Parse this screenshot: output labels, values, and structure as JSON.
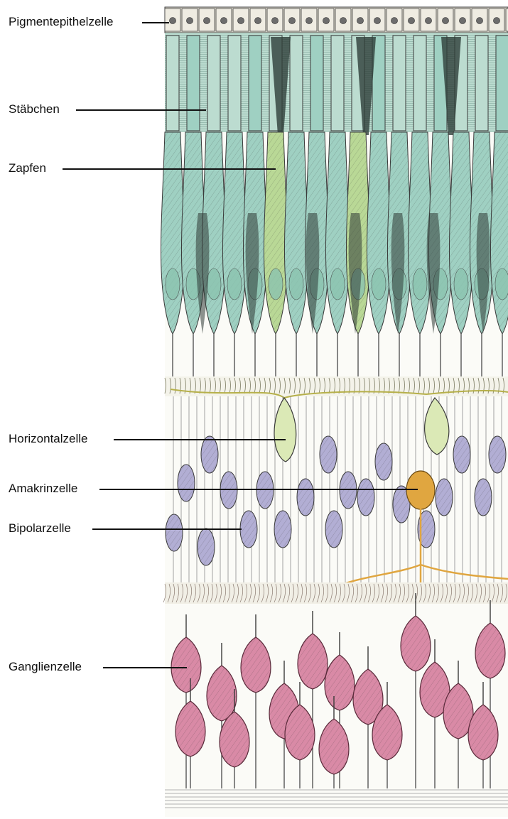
{
  "labels": [
    {
      "id": "pigment",
      "text": "Pigmentepithelzelle"
    },
    {
      "id": "rod",
      "text": "Stäbchen"
    },
    {
      "id": "cone",
      "text": "Zapfen"
    },
    {
      "id": "horiz",
      "text": "Horizontalzelle"
    },
    {
      "id": "amacrine",
      "text": "Amakrinzelle"
    },
    {
      "id": "bipolar",
      "text": "Bipolarzelle"
    },
    {
      "id": "ganglion",
      "text": "Ganglienzelle"
    }
  ],
  "colors": {
    "pigment_layer": "#e8e4d8",
    "rods": "#bcdcd0",
    "cones": "#9fd0c2",
    "cone_green": "#b9d896",
    "horizontal_cell": "#dbe9b6",
    "amacrine_cell": "#e0a640",
    "bipolar_cell": "#b2aed4",
    "ganglion_cell": "#d98aa6",
    "ink": "#3a3a3a"
  }
}
